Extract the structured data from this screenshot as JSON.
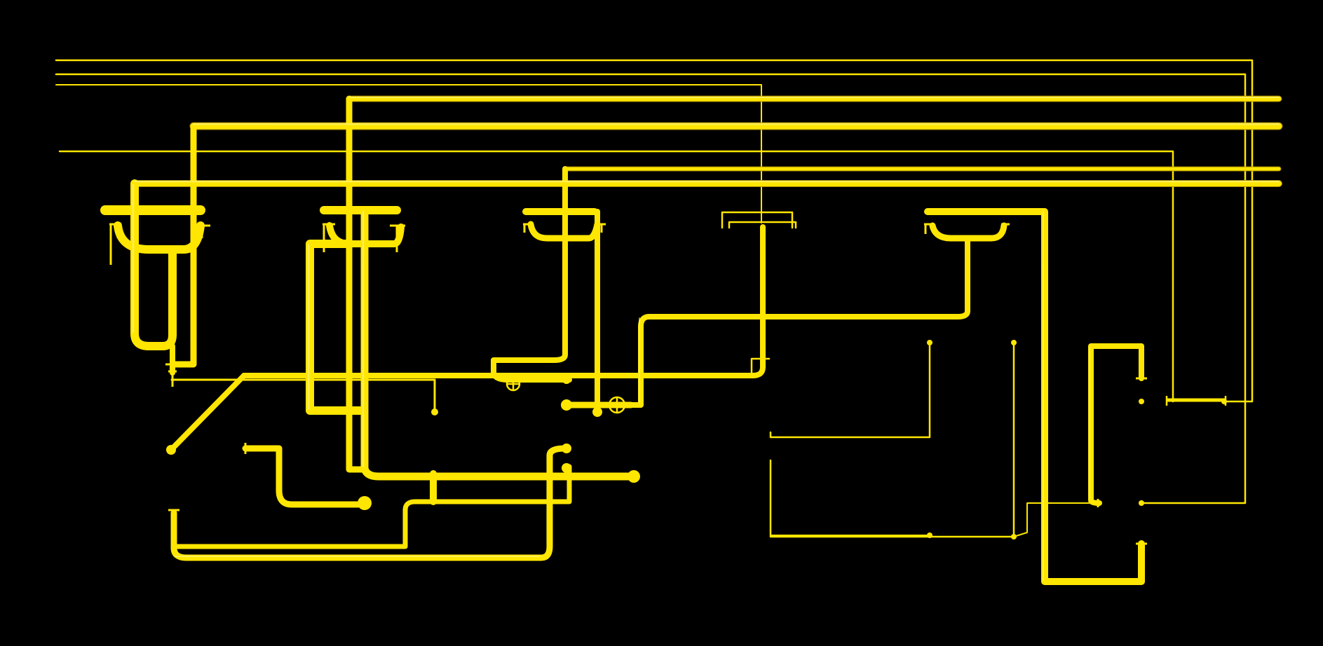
{
  "viewport": {
    "background": "#000000"
  },
  "colors": {
    "pipe": "#ffe600",
    "pipe_dark": "#c8a800",
    "pipe_light": "#fff36a"
  },
  "piping_layout": {
    "render_style": "3d-shaded-pipes",
    "text_labels": [],
    "fixture_symbols": [
      "wash-basin-1",
      "wash-basin-2",
      "wash-basin-3",
      "wash-basin-4",
      "wash-basin-5"
    ],
    "valve_symbols": [
      "valve-1",
      "valve-2"
    ]
  }
}
